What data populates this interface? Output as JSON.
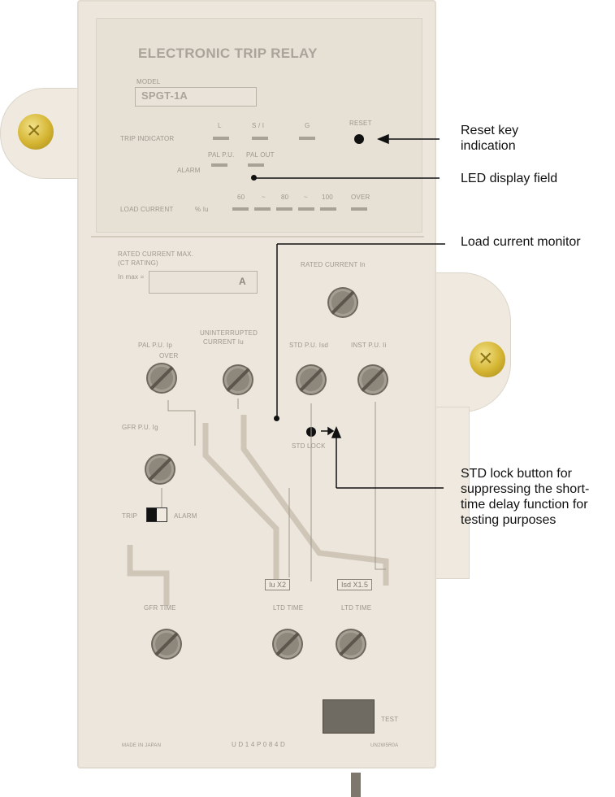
{
  "relay": {
    "title": "ELECTRONIC TRIP RELAY",
    "model_label": "MODEL",
    "model_value": "SPGT-1A",
    "trip_indicator_label": "TRIP INDICATOR",
    "trip_l": "L",
    "trip_si": "S / I",
    "trip_g": "G",
    "reset_label": "RESET",
    "alarm_label": "ALARM",
    "alarm_pal_pu": "PAL P.U.",
    "alarm_pal_out": "PAL OUT",
    "load_current_label": "LOAD CURRENT",
    "load_unit": "% Iu",
    "load_scale": [
      "60",
      "~",
      "80",
      "~",
      "100",
      "OVER"
    ],
    "rated_current_max_label": "RATED CURRENT MAX.",
    "ct_rating_label": "(CT RATING)",
    "in_max_label": "In max =",
    "in_max_unit": "A",
    "rated_current_in_label": "RATED CURRENT In",
    "pal_pu_label": "PAL P.U. Ip",
    "pal_over": "OVER",
    "uninterrupted_label_1": "UNINTERRUPTED",
    "uninterrupted_label_2": "CURRENT Iu",
    "std_pu_label": "STD P.U. Isd",
    "inst_pu_label": "INST P.U. Ii",
    "std_lock_label": "STD LOCK",
    "gfr_pu_label": "GFR P.U. Ig",
    "trip_switch_label": "TRIP",
    "alarm_switch_label": "ALARM",
    "iu_x2": "Iu X2",
    "isd_x15": "Isd X1.5",
    "gfr_time_label": "GFR TIME",
    "ltd_time_label_1": "LTD TIME",
    "ltd_time_label_2": "LTD TIME",
    "test_label": "TEST",
    "made_in": "MADE IN JAPAN",
    "serial": "U D 1 4 P 0 8 4 D",
    "part_no": "UN2W5R0A"
  },
  "callouts": {
    "reset": "Reset key indication",
    "led": "LED display field",
    "load": "Load current monitor",
    "std": "STD lock button for suppressing the short-time delay function for testing purposes"
  },
  "colors": {
    "panel": "#ece6dc",
    "knob": "#8e877c",
    "duct": "#cfc6b8",
    "screw": "#d4b431"
  }
}
